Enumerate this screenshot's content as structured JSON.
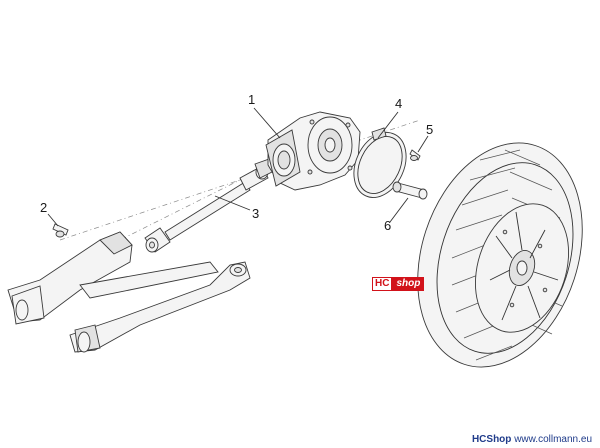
{
  "callouts": [
    "1",
    "2",
    "3",
    "4",
    "5",
    "6"
  ],
  "watermark": {
    "hc": "HC",
    "shop": "shop"
  },
  "footer": {
    "brand": "HCShop",
    "url": "www.collmann.eu"
  },
  "colors": {
    "accent": "#d2121a",
    "footer_text": "#1f3b8a",
    "line": "#333333"
  }
}
